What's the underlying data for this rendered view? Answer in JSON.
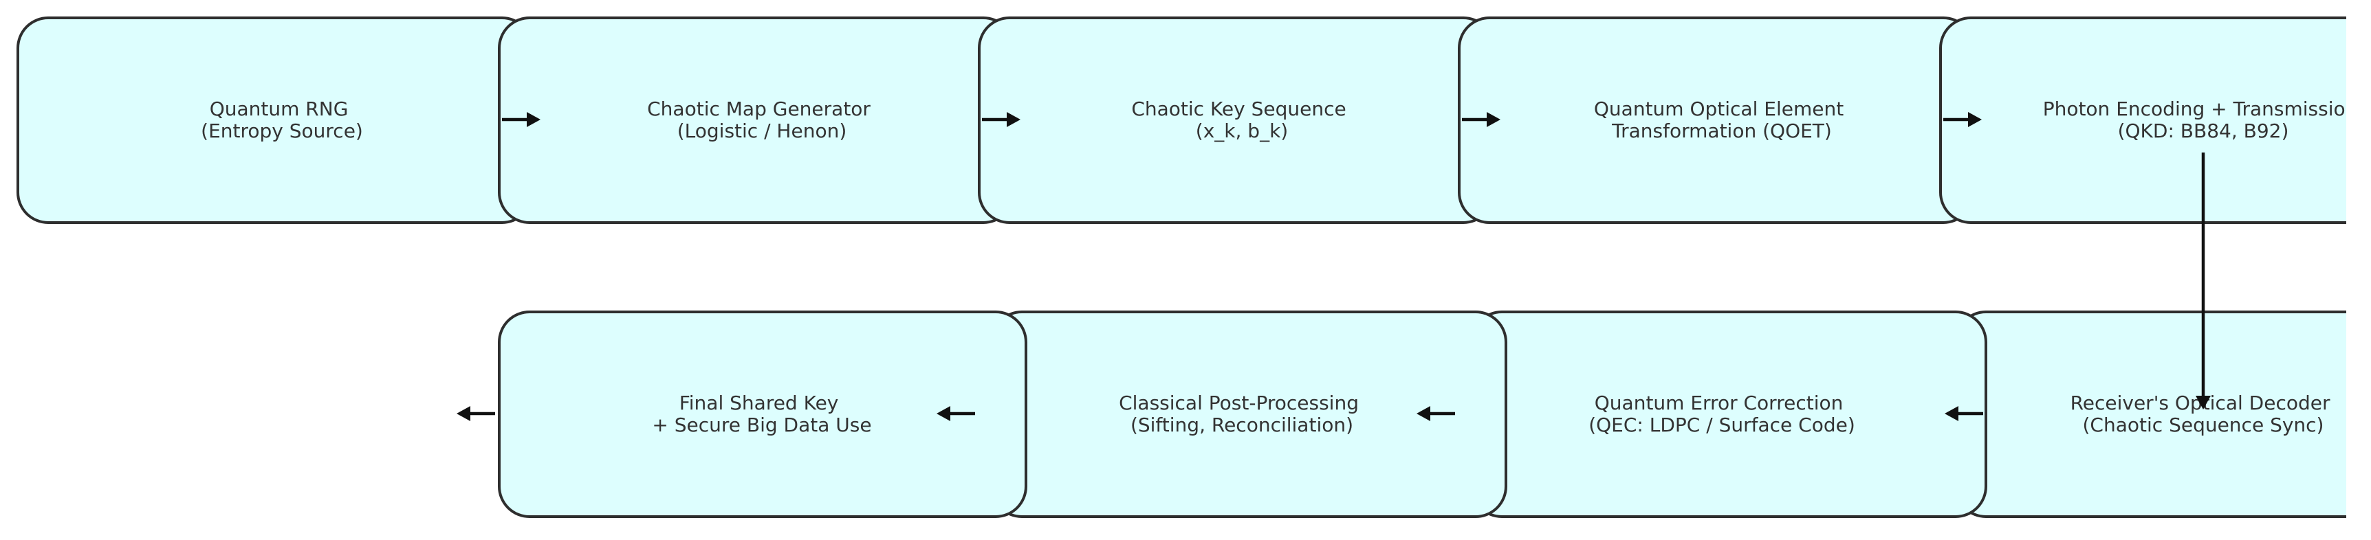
{
  "nodes": [
    {
      "id": "quantum-rng",
      "line1": "Quantum RNG",
      "line2": "(Entropy Source)"
    },
    {
      "id": "chaotic-map-generator",
      "line1": "Chaotic Map Generator",
      "line2": "(Logistic / Henon)"
    },
    {
      "id": "chaotic-key-sequence",
      "line1": "Chaotic Key Sequence",
      "line2": "(x_k, b_k)"
    },
    {
      "id": "qoet",
      "line1": "Quantum Optical Element",
      "line2": "Transformation (QOET)"
    },
    {
      "id": "photon-encoding",
      "line1": "Photon Encoding + Transmission",
      "line2": "(QKD: BB84, B92)"
    },
    {
      "id": "receiver-decoder",
      "line1": "Receiver's Optical Decoder",
      "line2": "(Chaotic Sequence Sync)"
    },
    {
      "id": "quantum-error-correction",
      "line1": "Quantum Error Correction",
      "line2": "(QEC: LDPC / Surface Code)"
    },
    {
      "id": "classical-post-processing",
      "line1": "Classical Post-Processing",
      "line2": "(Sifting, Reconciliation)"
    },
    {
      "id": "final-shared-key",
      "line1": "Final Shared Key",
      "line2": "+ Secure Big Data Use"
    }
  ]
}
